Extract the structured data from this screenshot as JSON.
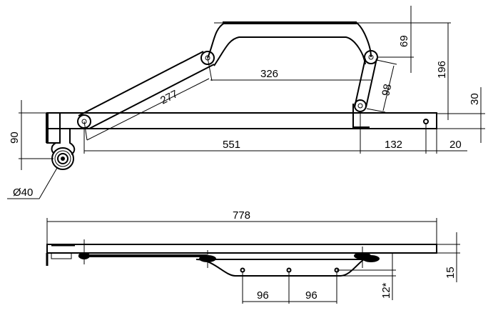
{
  "dimensions": {
    "handle_span": "326",
    "link_length": "277",
    "rear_link": "98",
    "handle_drop": "69",
    "total_height": "196",
    "bar_height": "30",
    "wheel_offset": "90",
    "wheel_diameter": "Ø40",
    "pivot_spacing": "551",
    "rear_spacing": "132",
    "end_offset": "20",
    "overall_length": "778",
    "hole_spacing_1": "96",
    "hole_spacing_2": "96",
    "plate_offset": "12*",
    "bar_thickness": "15"
  }
}
